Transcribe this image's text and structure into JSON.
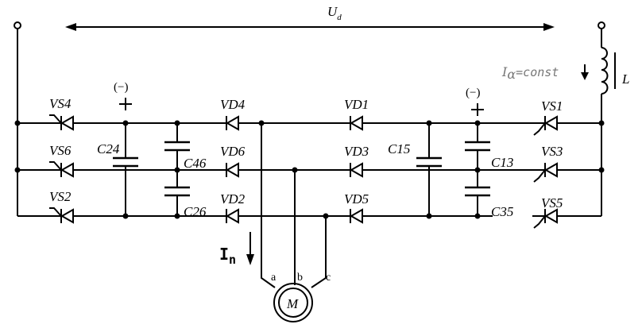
{
  "voltage": {
    "symbol": "U",
    "sub": "d"
  },
  "inductor": {
    "label": "L",
    "current_symbol": "I",
    "current_sub": "α",
    "current_suffix": "=const"
  },
  "motor": {
    "label": "M",
    "phase_a": "a",
    "phase_b": "b",
    "phase_c": "c"
  },
  "load_current": {
    "symbol": "I",
    "sub": "n"
  },
  "polarity": {
    "minus_left": "(−)",
    "minus_right": "(−)",
    "plus": "+"
  },
  "thyristors": {
    "vs1": "VS1",
    "vs2": "VS2",
    "vs3": "VS3",
    "vs4": "VS4",
    "vs5": "VS5",
    "vs6": "VS6"
  },
  "diodes": {
    "vd1": "VD1",
    "vd2": "VD2",
    "vd3": "VD3",
    "vd4": "VD4",
    "vd5": "VD5",
    "vd6": "VD6"
  },
  "capacitors": {
    "c24": "C24",
    "c46": "C46",
    "c26": "C26",
    "c15": "C15",
    "c13": "C13",
    "c35": "C35"
  }
}
